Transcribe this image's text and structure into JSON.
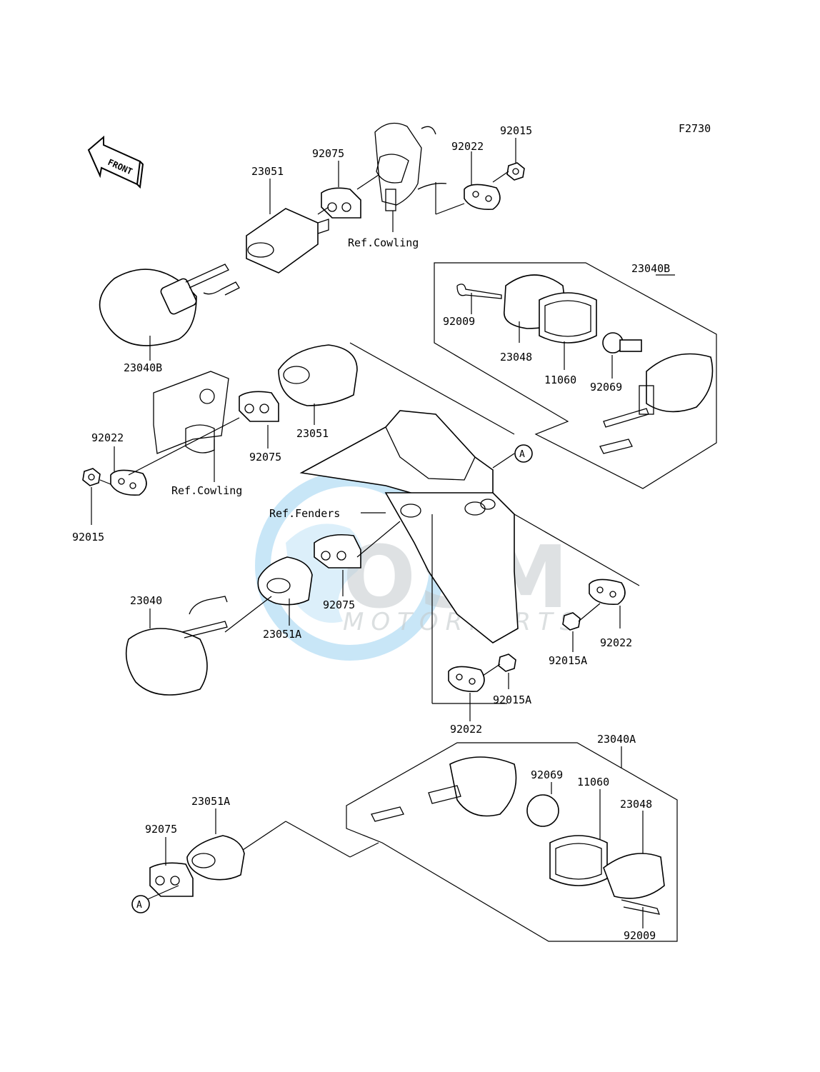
{
  "figure_code": "F2730",
  "front_marker": "FRONT",
  "watermark": {
    "main": "OSM",
    "sub": "MOTORPARTS",
    "color": "#c4cacd",
    "globe_color": "#7ec3ec"
  },
  "callout_letter": "A",
  "labels": {
    "p92015_top": "92015",
    "p92022_top": "92022",
    "p92075_top": "92075",
    "p23051_top": "23051",
    "ref_cowling_top": "Ref.Cowling",
    "p23040B_left": "23040B",
    "p23040B_kit": "23040B",
    "p92009_right": "92009",
    "p23048_right": "23048",
    "p11060_right": "11060",
    "p92069_right": "92069",
    "p23051_mid": "23051",
    "p92022_left": "92022",
    "p92075_mid": "92075",
    "ref_cowling_mid": "Ref.Cowling",
    "p92015_left": "92015",
    "ref_fenders": "Ref.Fenders",
    "p23040_left": "23040",
    "p23051A_mid": "23051A",
    "p92075_low": "92075",
    "p92022_right": "92022",
    "p92015A_right": "92015A",
    "p92015A_low": "92015A",
    "p92022_low": "92022",
    "p23040A_kit": "23040A",
    "p92069_low": "92069",
    "p11060_low": "11060",
    "p23048_low": "23048",
    "p23051A_low": "23051A",
    "p92075_bottom": "92075",
    "p92009_low": "92009"
  }
}
